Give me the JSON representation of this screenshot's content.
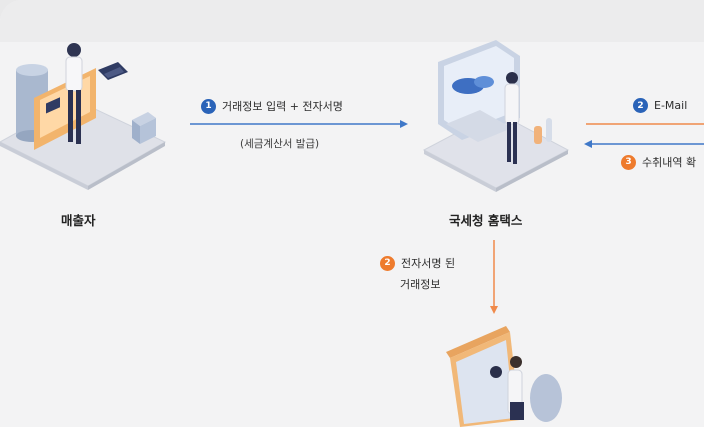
{
  "steps": [
    {
      "num": "1",
      "text": "거래정보 입력 + 전자서명",
      "sub": "(세금계산서 발급)",
      "color": "#2a63b8"
    },
    {
      "num": "2",
      "text": "E-Mail",
      "color": "#2a63b8"
    },
    {
      "num": "3",
      "text": "수취내역 확",
      "color": "#ee7b2d"
    },
    {
      "num": "2",
      "text": "전자서명 된",
      "sub": "거래정보",
      "color": "#ee7b2d"
    }
  ],
  "nodes": {
    "seller": "매출자",
    "hometax": "국세청 홈택스"
  },
  "colors": {
    "blue_arrow": "#3f78c8",
    "orange_arrow": "#f08a4b",
    "badge_blue": "#2a63b8",
    "badge_orange": "#ee7b2d"
  }
}
